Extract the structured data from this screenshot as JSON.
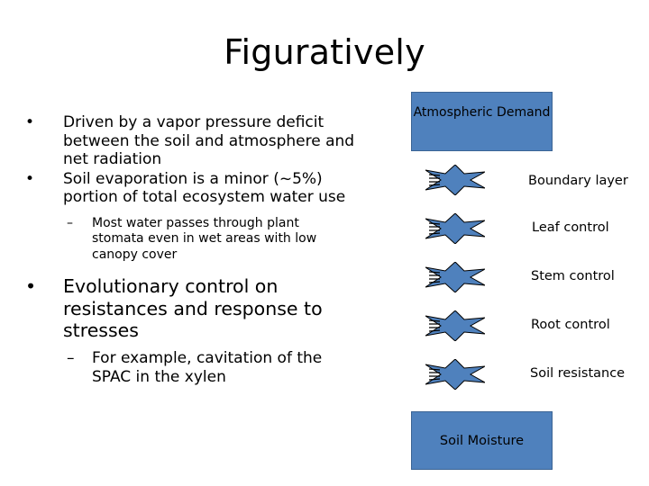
{
  "slide": {
    "title": "Figuratively",
    "bullets": [
      "Driven by a vapor pressure deficit between the soil and atmosphere and net radiation",
      "Soil evaporation is a minor (~5%) portion of total ecosystem water use"
    ],
    "sub_bullet_1": "Most water passes through plant stomata even in wet areas with low canopy cover",
    "big_bullet": "Evolutionary control on resistances and response to stresses",
    "sub_bullet_2": "For example, cavitation of the SPAC in the xylen",
    "bullet_glyph": "•",
    "dash_glyph": "–"
  },
  "diagram": {
    "top_box": "Atmospheric Demand",
    "bottom_box": "Soil Moisture",
    "box_color": "#4f81bd",
    "resistances": [
      {
        "label": "Boundary layer"
      },
      {
        "label": "Leaf control"
      },
      {
        "label": "Stem control"
      },
      {
        "label": "Root control"
      },
      {
        "label": "Soil resistance"
      }
    ]
  }
}
